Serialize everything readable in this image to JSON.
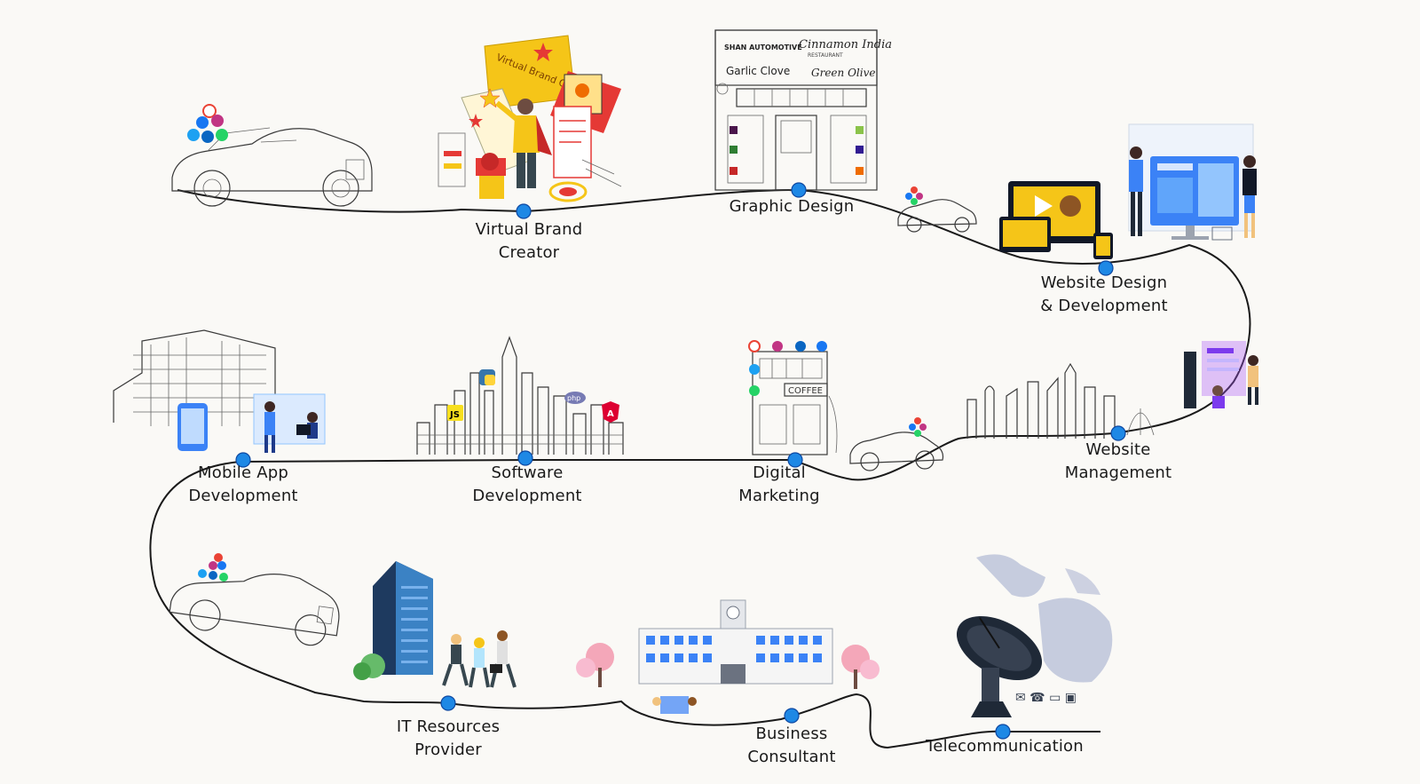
{
  "colors": {
    "background": "#faf9f6",
    "path": "#1a1a1a",
    "marker": "#1e88e5",
    "accent_blue": "#3b82f6",
    "accent_yellow": "#f5c518",
    "accent_red": "#e53935",
    "accent_pink": "#f4a7b9"
  },
  "signage": {
    "shan_automotive": "SHAN AUTOMOTIVE",
    "cinnamon_india": "Cinnamon India",
    "cinnamon_sub": "RESTAURANT",
    "garlic_clove": "Garlic Clove",
    "green_olive": "Green Olive",
    "virtual_brand_banner": "Virtual Brand Creator",
    "coffee_sign": "COFFEE",
    "js_badge": "JS",
    "php_badge": "php",
    "angular_badge": "A"
  },
  "steps": [
    {
      "id": "virtual-brand-creator",
      "lines": [
        "Virtual Brand",
        "Creator"
      ],
      "icon": "brand-creator-illustration"
    },
    {
      "id": "graphic-design",
      "lines": [
        "Graphic Design"
      ],
      "icon": "storefront-sketch"
    },
    {
      "id": "website-design-development",
      "lines": [
        "Website Design",
        "& Development"
      ],
      "icon": "web-devices-illustration"
    },
    {
      "id": "website-management",
      "lines": [
        "Website",
        "Management"
      ],
      "icon": "skyline-sketch"
    },
    {
      "id": "digital-marketing",
      "lines": [
        "Digital",
        "Marketing"
      ],
      "icon": "coffee-shop-sketch"
    },
    {
      "id": "software-development",
      "lines": [
        "Software",
        "Development"
      ],
      "icon": "city-tech-sketch"
    },
    {
      "id": "mobile-app-development",
      "lines": [
        "Mobile App",
        "Development"
      ],
      "icon": "office-mobile-sketch"
    },
    {
      "id": "it-resources-provider",
      "lines": [
        "IT Resources",
        "Provider"
      ],
      "icon": "tower-people-illustration"
    },
    {
      "id": "business-consultant",
      "lines": [
        "Business",
        "Consultant"
      ],
      "icon": "campus-building-illustration"
    },
    {
      "id": "telecommunication",
      "lines": [
        "Telecommunication"
      ],
      "icon": "satellite-dish-illustration"
    }
  ]
}
